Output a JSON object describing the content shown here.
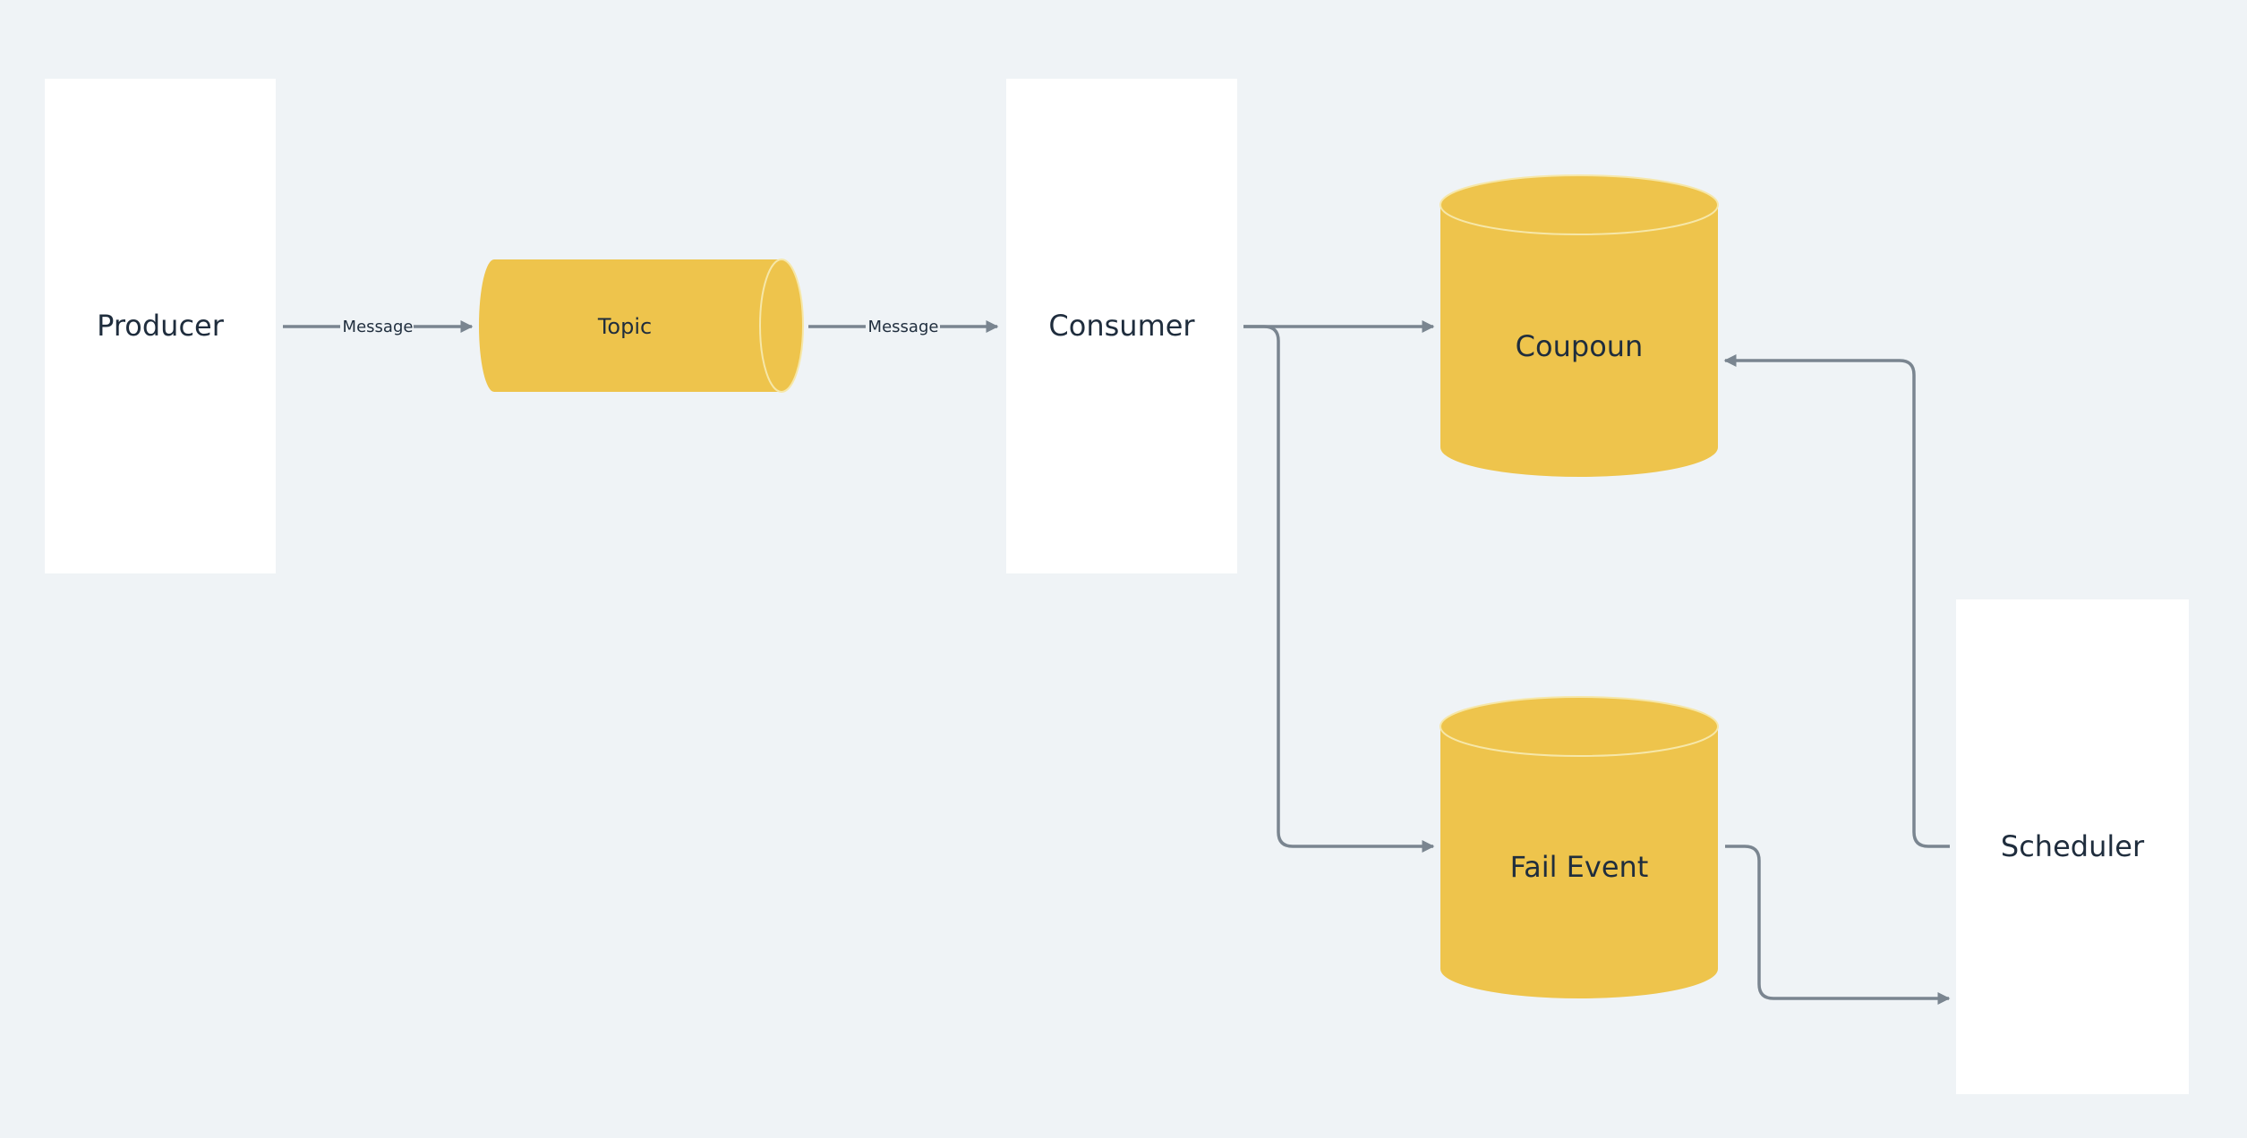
{
  "colors": {
    "background": "#eff3f6",
    "box": "#ffffff",
    "cylinder": "#eec44c",
    "edge": "#7a8590",
    "text": "#1f2d3d"
  },
  "nodes": {
    "producer": "Producer",
    "topic": "Topic",
    "consumer": "Consumer",
    "coupoun": "Coupoun",
    "fail_event": "Fail Event",
    "scheduler": "Scheduler"
  },
  "edges": {
    "producer_to_topic": "Message",
    "topic_to_consumer": "Message"
  }
}
